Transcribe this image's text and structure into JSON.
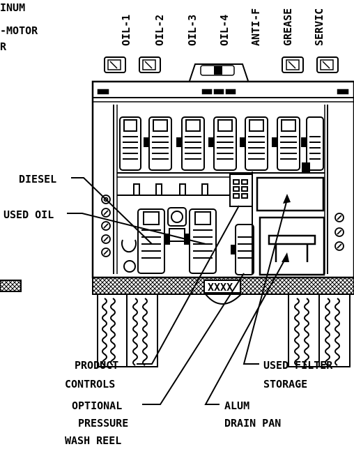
{
  "top_labels": [
    "OIL-1",
    "OIL-2",
    "OIL-3",
    "OIL-4",
    "ANTI-F",
    "GREASE",
    "SERVIC"
  ],
  "corner_left_lines": [
    "INUM",
    "-MOTOR",
    "R"
  ],
  "callouts": {
    "diesel": "DIESEL",
    "used_oil": "USED OIL",
    "product_controls": [
      "PRODUCT",
      "CONTROLS"
    ],
    "optional_pressure_wash_reel": [
      "OPTIONAL",
      "PRESSURE",
      "WASH REEL"
    ],
    "used_filter_storage": [
      "USED FILTER",
      "STORAGE"
    ],
    "alum_drain_pan": [
      "ALUM",
      "DRAIN PAN"
    ]
  },
  "bumper_tag": "XXXX",
  "colors": {
    "line": "#000000",
    "background": "#ffffff"
  }
}
